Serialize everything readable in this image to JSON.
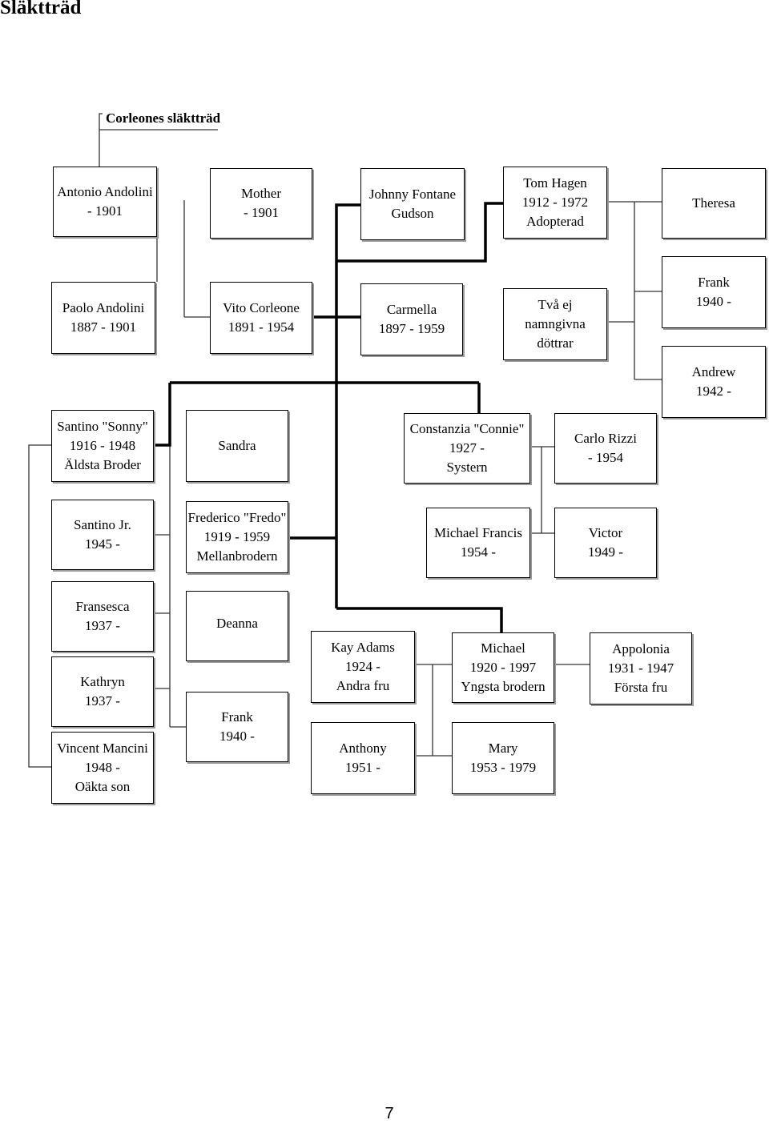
{
  "page": {
    "heading": "Släktträd",
    "page_number": "7"
  },
  "tree": {
    "title": "Corleones släktträd",
    "people": [
      {
        "id": "antonio",
        "lines": [
          "Antonio Andolini",
          "- 1901"
        ]
      },
      {
        "id": "mother",
        "lines": [
          "Mother",
          "- 1901"
        ]
      },
      {
        "id": "johnny",
        "lines": [
          "Johnny Fontane",
          "Gudson"
        ]
      },
      {
        "id": "tom",
        "lines": [
          "Tom Hagen",
          "1912 - 1972",
          "Adopterad"
        ]
      },
      {
        "id": "theresa",
        "lines": [
          "Theresa"
        ]
      },
      {
        "id": "paolo",
        "lines": [
          "Paolo Andolini",
          "1887 - 1901"
        ]
      },
      {
        "id": "vito",
        "lines": [
          "Vito Corleone",
          "1891 - 1954"
        ]
      },
      {
        "id": "carmella",
        "lines": [
          "Carmella",
          "1897 - 1959"
        ]
      },
      {
        "id": "daughters",
        "lines": [
          "Två ej",
          "namngivna",
          "döttrar"
        ]
      },
      {
        "id": "frank-hagen",
        "lines": [
          "Frank",
          "1940 -"
        ]
      },
      {
        "id": "andrew",
        "lines": [
          "Andrew",
          "1942 -"
        ]
      },
      {
        "id": "sonny",
        "lines": [
          "Santino \"Sonny\"",
          "1916 - 1948",
          "Äldsta Broder"
        ]
      },
      {
        "id": "sandra",
        "lines": [
          "Sandra"
        ]
      },
      {
        "id": "connie",
        "lines": [
          "Constanzia \"Connie\"",
          "1927 -",
          "Systern"
        ]
      },
      {
        "id": "carlo",
        "lines": [
          "Carlo Rizzi",
          "- 1954"
        ]
      },
      {
        "id": "santino-jr",
        "lines": [
          "Santino Jr.",
          "1945 -"
        ]
      },
      {
        "id": "fredo",
        "lines": [
          "Frederico \"Fredo\"",
          "1919 - 1959",
          "Mellanbrodern"
        ]
      },
      {
        "id": "michael-francis",
        "lines": [
          "Michael Francis",
          "1954 -"
        ]
      },
      {
        "id": "victor",
        "lines": [
          "Victor",
          "1949 -"
        ]
      },
      {
        "id": "fransesca",
        "lines": [
          "Fransesca",
          "1937 -"
        ]
      },
      {
        "id": "deanna",
        "lines": [
          "Deanna"
        ]
      },
      {
        "id": "kay",
        "lines": [
          "Kay Adams",
          "1924 -",
          "Andra fru"
        ]
      },
      {
        "id": "michael",
        "lines": [
          "Michael",
          "1920 - 1997",
          "Yngsta brodern"
        ]
      },
      {
        "id": "appolonia",
        "lines": [
          "Appolonia",
          "1931 - 1947",
          "Första fru"
        ]
      },
      {
        "id": "kathryn",
        "lines": [
          "Kathryn",
          "1937 -"
        ]
      },
      {
        "id": "frank-sonny",
        "lines": [
          "Frank",
          "1940 -"
        ]
      },
      {
        "id": "anthony",
        "lines": [
          "Anthony",
          "1951 -"
        ]
      },
      {
        "id": "mary",
        "lines": [
          "Mary",
          "1953 - 1979"
        ]
      },
      {
        "id": "vincent",
        "lines": [
          "Vincent Mancini",
          "1948 -",
          "Oäkta son"
        ]
      }
    ]
  }
}
